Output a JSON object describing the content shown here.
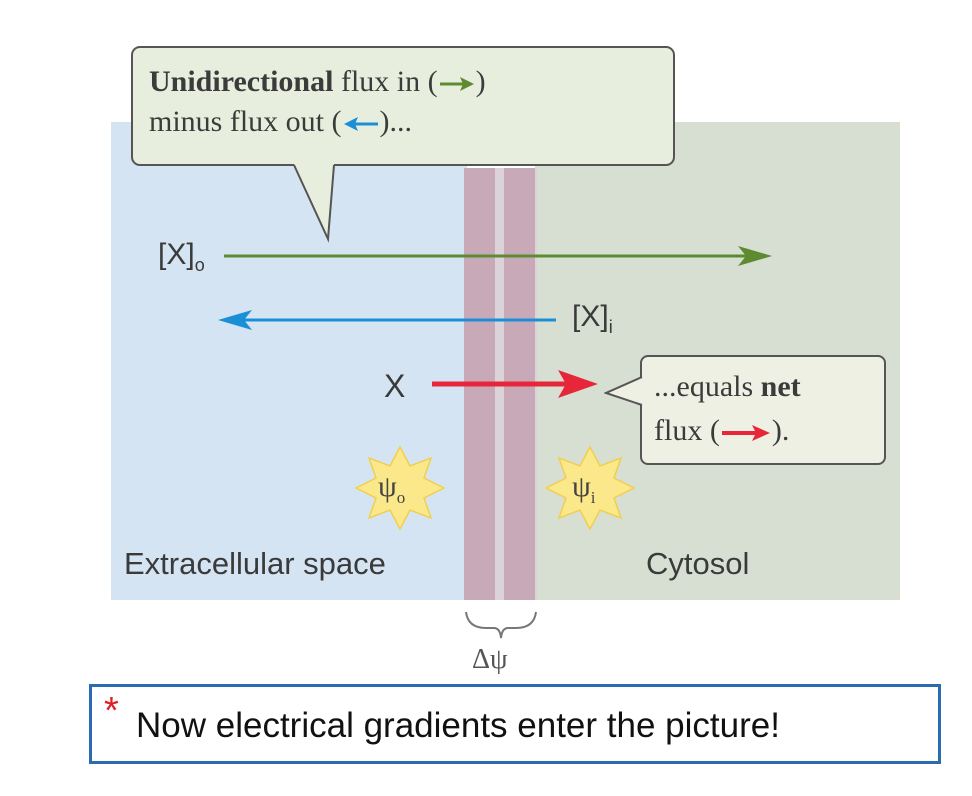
{
  "callout_top": {
    "bold": "Unidirectional",
    "line1_rest": "flux in (",
    "line1_close": ")",
    "line2_start": "minus flux out (",
    "line2_end": ")..."
  },
  "callout_net": {
    "prefix": "...equals",
    "bold": "net",
    "line2_start": "flux (",
    "line2_end": ")."
  },
  "labels": {
    "x_out": "[X]",
    "x_out_sub": "o",
    "x_in": "[X]",
    "x_in_sub": "i",
    "x": "X",
    "psi_out": "ψ",
    "psi_out_sub": "o",
    "psi_in": "ψ",
    "psi_in_sub": "i",
    "extracellular": "Extracellular space",
    "cytosol": "Cytosol",
    "delta_psi": "Δψ"
  },
  "footer": {
    "star": "*",
    "text": "Now electrical gradients enter the picture!"
  },
  "colors": {
    "influx": "#5e8a32",
    "efflux": "#1a8fd8",
    "net": "#e8263a",
    "star_fill": "#fbe88a"
  }
}
